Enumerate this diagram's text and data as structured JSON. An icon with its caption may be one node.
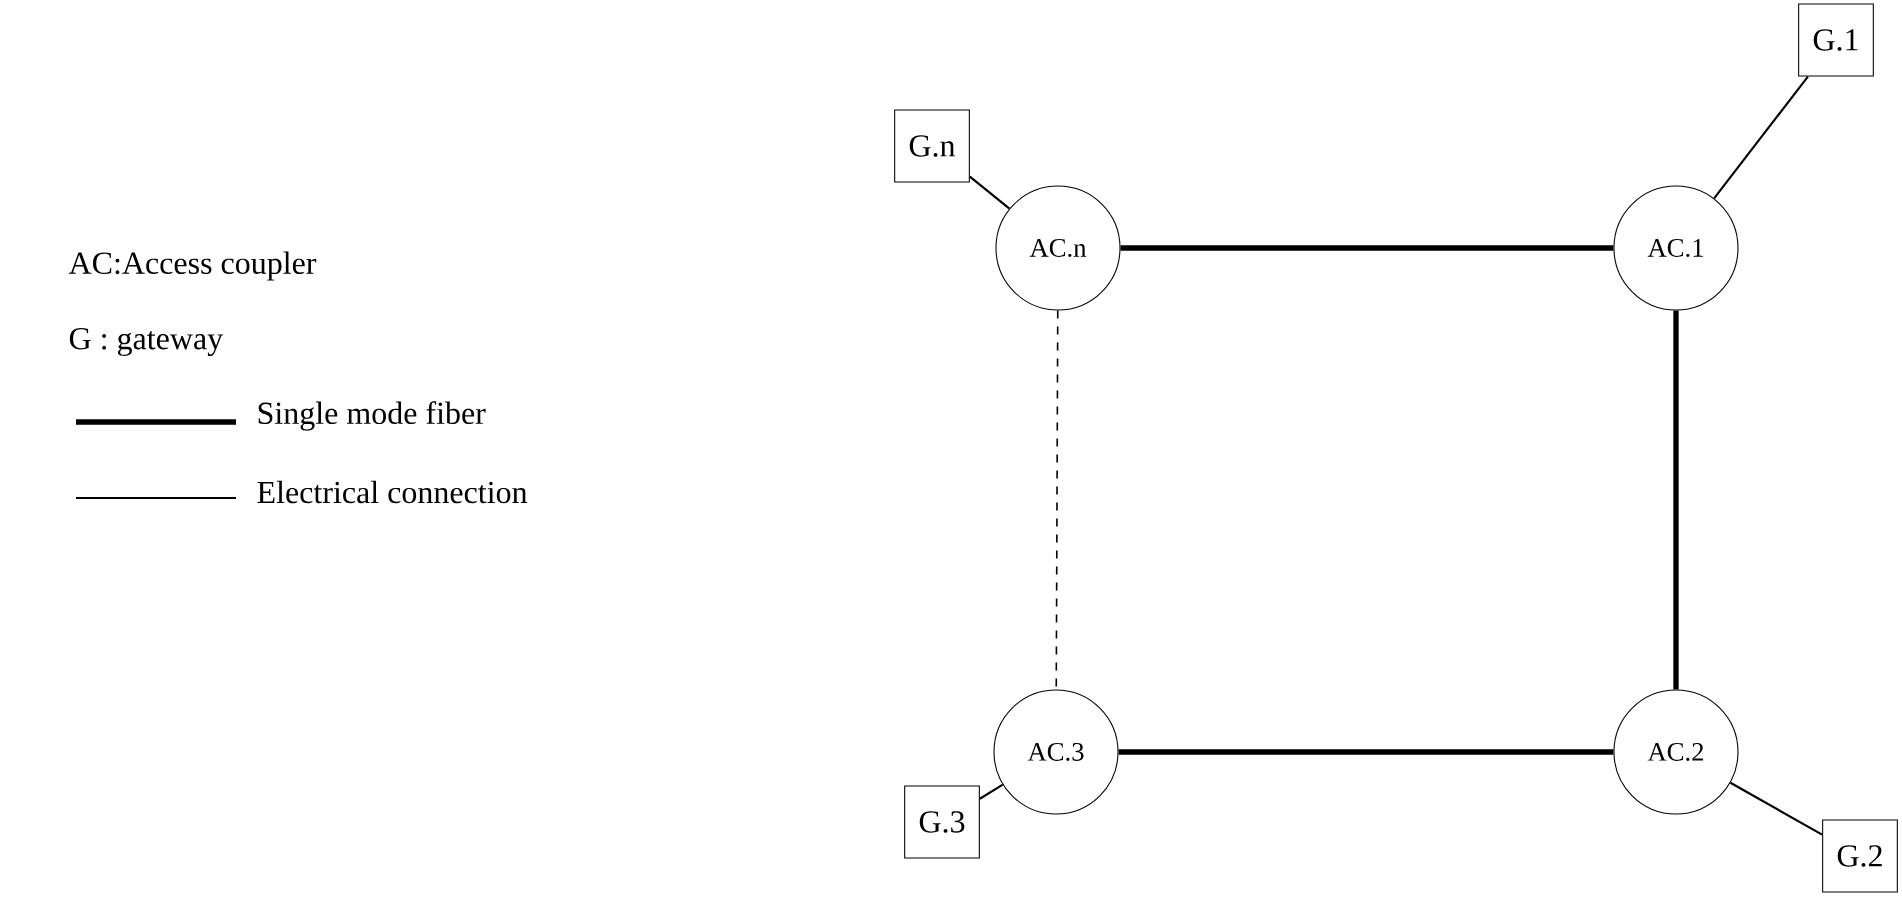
{
  "diagram": {
    "nodes": [
      {
        "text": [
          "G.n"
        ]
      },
      {
        "text": [
          "AC.n"
        ]
      },
      {
        "text": [
          "AC.1"
        ]
      },
      {
        "text": [
          "G.1"
        ]
      },
      {
        "text": [
          "AC.3"
        ]
      },
      {
        "text": [
          "G.3"
        ]
      },
      {
        "text": [
          "AC.2"
        ]
      },
      {
        "text": [
          "G.2"
        ]
      }
    ],
    "edges": [
      {
        "from": 0,
        "to": 1,
        "arrow": "none"
      },
      {
        "from": 1,
        "to": 2,
        "arrow": "none",
        "style": "thick"
      },
      {
        "from": 2,
        "to": 3,
        "arrow": "none"
      },
      {
        "from": 2,
        "to": 6,
        "arrow": "none",
        "style": "thick"
      },
      {
        "from": 6,
        "to": 7,
        "arrow": "none"
      },
      {
        "from": 4,
        "to": 6,
        "arrow": "none",
        "style": "thick"
      },
      {
        "from": 4,
        "to": 5,
        "arrow": "none"
      },
      {
        "from": 1,
        "to": 4,
        "arrow": "none",
        "style": "dashed"
      }
    ],
    "labels": [
      "AC:Access coupler",
      "G : gateway"
    ],
    "legend": [
      {
        "text": "Single mode fiber"
      },
      {
        "text": "Electrical connection"
      }
    ]
  }
}
